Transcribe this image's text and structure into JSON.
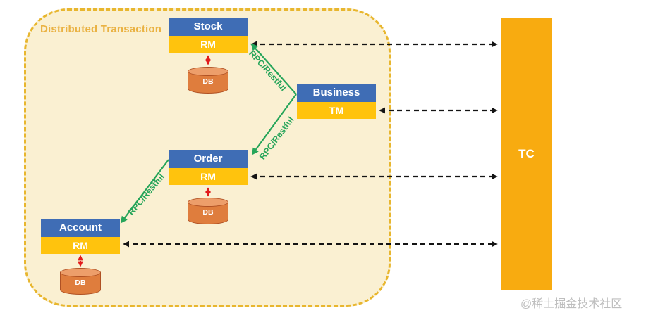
{
  "diagram": {
    "title": "Distributed Transaction",
    "rpc_label": "RPC/Restful",
    "services": [
      {
        "name": "Stock",
        "role": "RM",
        "db": "DB"
      },
      {
        "name": "Business",
        "role": "TM"
      },
      {
        "name": "Order",
        "role": "RM",
        "db": "DB"
      },
      {
        "name": "Account",
        "role": "RM",
        "db": "DB"
      }
    ],
    "coordinator": "TC",
    "connections": {
      "rpc": [
        "Business->Stock",
        "Business->Order",
        "Order->Account"
      ],
      "coordinator_links": [
        "Stock.RM<->TC",
        "Business.TM<->TC",
        "Order.RM<->TC",
        "Account.RM<->TC"
      ],
      "db_links": [
        "Stock.RM<->DB",
        "Order.RM<->DB",
        "Account.RM<->DB"
      ]
    },
    "colors": {
      "service_header": "#3F6DB5",
      "service_role": "#FFC30D",
      "coordinator_fill": "#F8AB10",
      "db_fill": "#DF7D3D",
      "db_top": "#ED9E6A",
      "db_outline": "#AF5124",
      "rpc_arrow": "#26A55A",
      "db_arrow": "#E21B1C",
      "coordinator_arrow": "#141414",
      "container_border": "#E8B62E",
      "container_fill": "#FAF0D2",
      "title_color": "#EAB243"
    }
  },
  "watermark": "@稀土掘金技术社区"
}
